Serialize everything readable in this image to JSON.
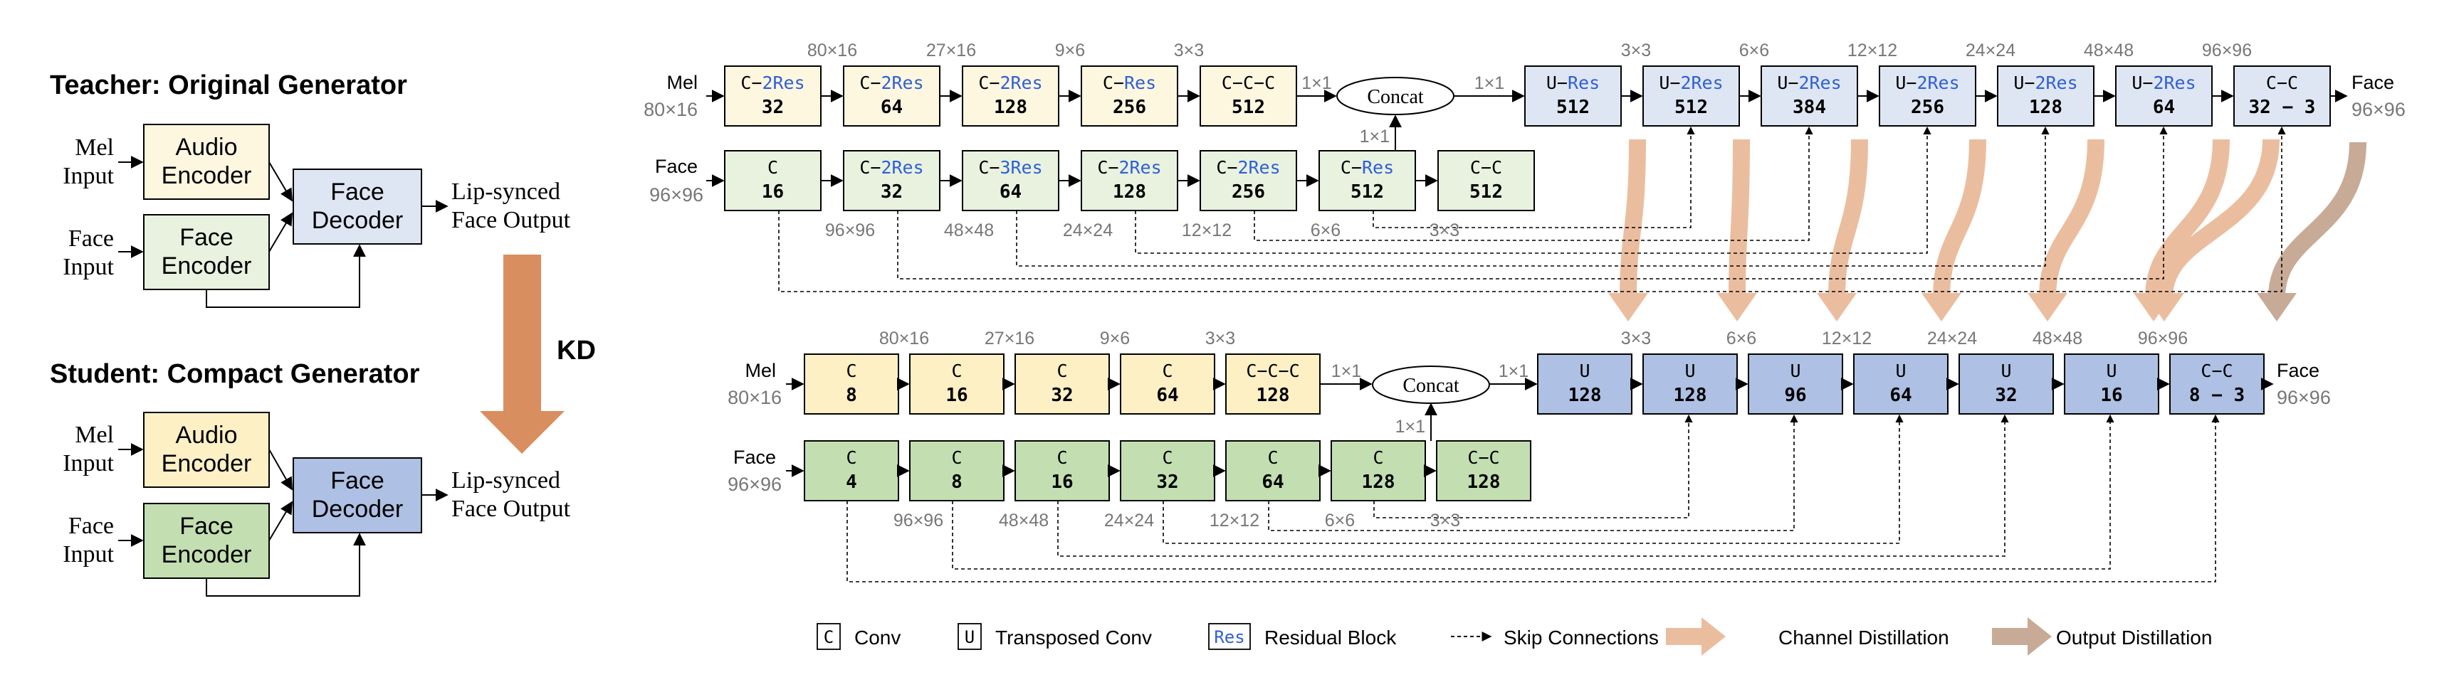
{
  "colors": {
    "yellow": "#fdf7e0",
    "green_light": "#e8f2df",
    "blue_light": "#dfe6f3",
    "yellow_strong": "#fdf0c4",
    "green_strong": "#c3dfb1",
    "blue_strong": "#aec0e3",
    "res_text": "#2f5fd6",
    "kd_arrow": "#d98e5f",
    "channel_distill": "#ebbd9f",
    "output_distill": "#c7ab97"
  },
  "left": {
    "teacher": {
      "title": "Teacher: Original Generator",
      "mel_input": [
        "Mel",
        "Input"
      ],
      "face_input": [
        "Face",
        "Input"
      ],
      "audio_encoder": [
        "Audio",
        "Encoder"
      ],
      "face_encoder": [
        "Face",
        "Encoder"
      ],
      "face_decoder": [
        "Face",
        "Decoder"
      ],
      "output": [
        "Lip-synced",
        "Face Output"
      ]
    },
    "kd_label": "KD",
    "student": {
      "title": "Student: Compact Generator",
      "mel_input": [
        "Mel",
        "Input"
      ],
      "face_input": [
        "Face",
        "Input"
      ],
      "audio_encoder": [
        "Audio",
        "Encoder"
      ],
      "face_encoder": [
        "Face",
        "Encoder"
      ],
      "face_decoder": [
        "Face",
        "Decoder"
      ],
      "output": [
        "Lip-synced",
        "Face Output"
      ]
    }
  },
  "teacher_net": {
    "mel_label": "Mel",
    "mel_size": "80×16",
    "face_label": "Face",
    "face_size": "96×96",
    "out_label": "Face",
    "out_size": "96×96",
    "concat": "Concat",
    "audio_blocks": [
      {
        "type": "C−",
        "res": "2Res",
        "ch": "32"
      },
      {
        "type": "C−",
        "res": "2Res",
        "ch": "64"
      },
      {
        "type": "C−",
        "res": "2Res",
        "ch": "128"
      },
      {
        "type": "C−",
        "res": "Res",
        "ch": "256"
      },
      {
        "type": "C−C−C",
        "res": "",
        "ch": "512"
      }
    ],
    "audio_sizes": [
      "80×16",
      "27×16",
      "9×6",
      "3×3"
    ],
    "audio_to_concat": "1×1",
    "concat_to_dec": "1×1",
    "face_to_concat": "1×1",
    "face_blocks": [
      {
        "type": "C",
        "res": "",
        "ch": "16"
      },
      {
        "type": "C−",
        "res": "2Res",
        "ch": "32"
      },
      {
        "type": "C−",
        "res": "3Res",
        "ch": "64"
      },
      {
        "type": "C−",
        "res": "2Res",
        "ch": "128"
      },
      {
        "type": "C−",
        "res": "2Res",
        "ch": "256"
      },
      {
        "type": "C−",
        "res": "Res",
        "ch": "512"
      },
      {
        "type": "C−C",
        "res": "",
        "ch": "512"
      }
    ],
    "face_sizes": [
      "96×96",
      "48×48",
      "24×24",
      "12×12",
      "6×6",
      "3×3"
    ],
    "dec_blocks": [
      {
        "type": "U−",
        "res": "Res",
        "ch": "512"
      },
      {
        "type": "U−",
        "res": "2Res",
        "ch": "512"
      },
      {
        "type": "U−",
        "res": "2Res",
        "ch": "384"
      },
      {
        "type": "U−",
        "res": "2Res",
        "ch": "256"
      },
      {
        "type": "U−",
        "res": "2Res",
        "ch": "128"
      },
      {
        "type": "U−",
        "res": "2Res",
        "ch": "64"
      },
      {
        "type": "C−C",
        "res": "",
        "ch": "32 − 3"
      }
    ],
    "dec_sizes": [
      "3×3",
      "6×6",
      "12×12",
      "24×24",
      "48×48",
      "96×96"
    ]
  },
  "student_net": {
    "mel_label": "Mel",
    "mel_size": "80×16",
    "face_label": "Face",
    "face_size": "96×96",
    "out_label": "Face",
    "out_size": "96×96",
    "concat": "Concat",
    "audio_blocks": [
      {
        "type": "C",
        "res": "",
        "ch": "8"
      },
      {
        "type": "C",
        "res": "",
        "ch": "16"
      },
      {
        "type": "C",
        "res": "",
        "ch": "32"
      },
      {
        "type": "C",
        "res": "",
        "ch": "64"
      },
      {
        "type": "C−C−C",
        "res": "",
        "ch": "128"
      }
    ],
    "audio_sizes": [
      "80×16",
      "27×16",
      "9×6",
      "3×3"
    ],
    "audio_to_concat": "1×1",
    "concat_to_dec": "1×1",
    "face_to_concat": "1×1",
    "face_blocks": [
      {
        "type": "C",
        "res": "",
        "ch": "4"
      },
      {
        "type": "C",
        "res": "",
        "ch": "8"
      },
      {
        "type": "C",
        "res": "",
        "ch": "16"
      },
      {
        "type": "C",
        "res": "",
        "ch": "32"
      },
      {
        "type": "C",
        "res": "",
        "ch": "64"
      },
      {
        "type": "C",
        "res": "",
        "ch": "128"
      },
      {
        "type": "C−C",
        "res": "",
        "ch": "128"
      }
    ],
    "face_sizes": [
      "96×96",
      "48×48",
      "24×24",
      "12×12",
      "6×6",
      "3×3"
    ],
    "dec_blocks": [
      {
        "type": "U",
        "res": "",
        "ch": "128"
      },
      {
        "type": "U",
        "res": "",
        "ch": "128"
      },
      {
        "type": "U",
        "res": "",
        "ch": "96"
      },
      {
        "type": "U",
        "res": "",
        "ch": "64"
      },
      {
        "type": "U",
        "res": "",
        "ch": "32"
      },
      {
        "type": "U",
        "res": "",
        "ch": "16"
      },
      {
        "type": "C−C",
        "res": "",
        "ch": "8 − 3"
      }
    ],
    "dec_sizes": [
      "3×3",
      "6×6",
      "12×12",
      "24×24",
      "48×48",
      "96×96"
    ]
  },
  "legend": {
    "conv_glyph": "C",
    "conv": "Conv",
    "tconv_glyph": "U",
    "tconv": "Transposed Conv",
    "res_glyph": "Res",
    "res": "Residual Block",
    "skip": "Skip Connections",
    "channel": "Channel Distillation",
    "output": "Output Distillation"
  }
}
